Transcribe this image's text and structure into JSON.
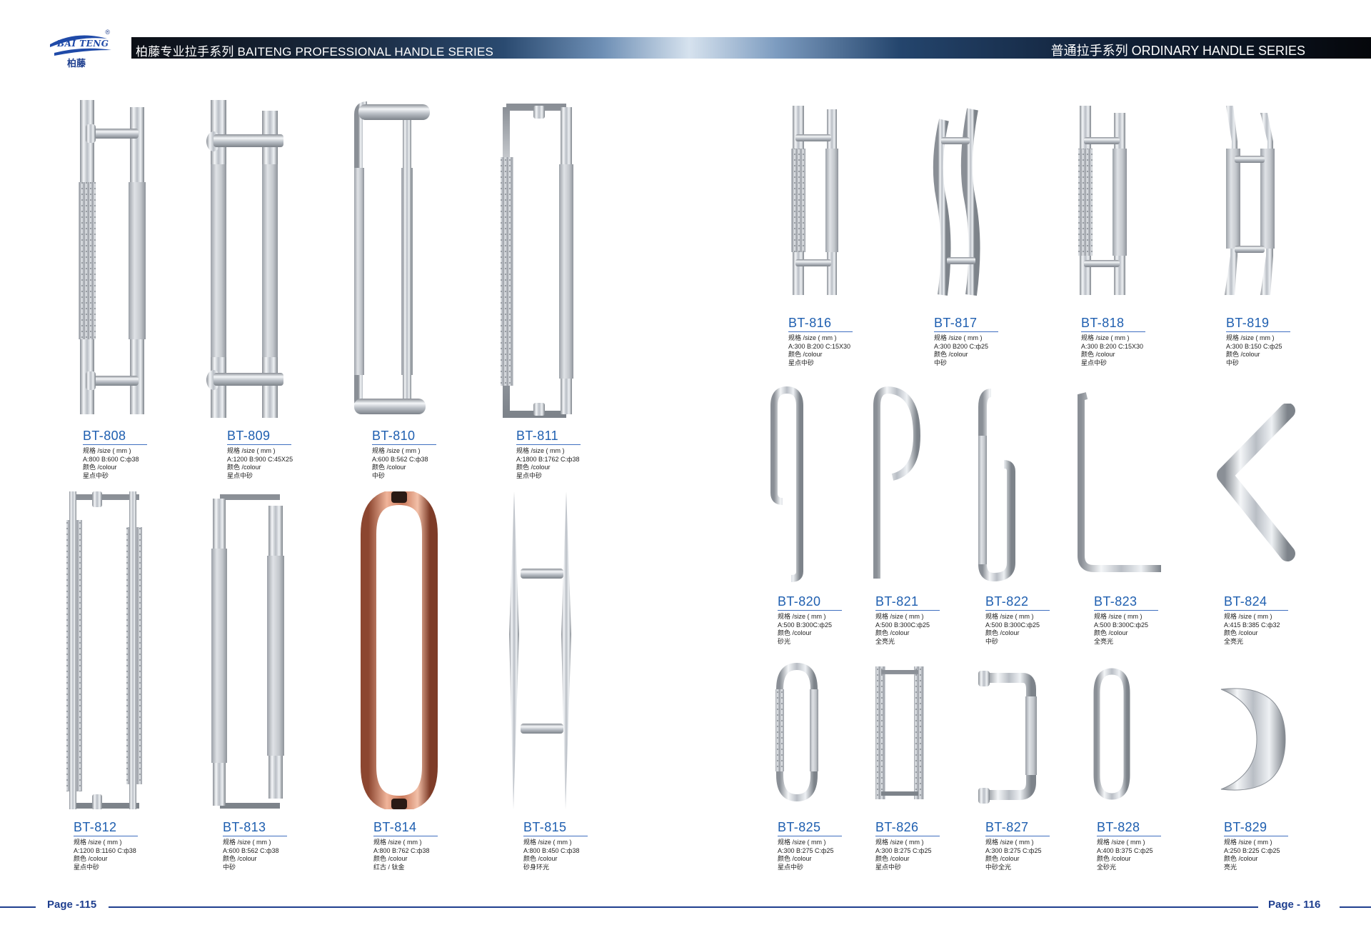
{
  "header": {
    "logo_word": "BAI TENG",
    "logo_cn": "柏藤",
    "logo_reg": "®",
    "left_title": "柏藤专业拉手系列 BAITENG PROFESSIONAL HANDLE SERIES",
    "right_title": "普通拉手系列 ORDINARY HANDLE SERIES"
  },
  "footer": {
    "left_page": "Page -115",
    "right_page": "Page - 116"
  },
  "colors": {
    "accent": "#1f5fb0",
    "banner_dark": "#0b0f16",
    "rose_gold": "#c87a5a"
  },
  "products": [
    {
      "code": "BT-808",
      "size_label": "规格 /size ( mm )",
      "size": "A:800  B:600  C:ф38",
      "colour_label": "颜色 /colour",
      "finish": "星点中砂"
    },
    {
      "code": "BT-809",
      "size_label": "规格 /size ( mm )",
      "size": "A:1200 B:900 C:45X25",
      "colour_label": "颜色 /colour",
      "finish": "星点中砂"
    },
    {
      "code": "BT-810",
      "size_label": "规格 /size ( mm )",
      "size": "A:600 B:562 C:ф38",
      "colour_label": "颜色 /colour",
      "finish": "中砂"
    },
    {
      "code": "BT-811",
      "size_label": "规格 /size ( mm )",
      "size": "A:1800 B:1762 C:ф38",
      "colour_label": "颜色 /colour",
      "finish": "星点中砂"
    },
    {
      "code": "BT-812",
      "size_label": "规格 /size ( mm )",
      "size": "A:1200 B:1160 C:ф38",
      "colour_label": "颜色 /colour",
      "finish": "星点中砂"
    },
    {
      "code": "BT-813",
      "size_label": "规格 /size ( mm )",
      "size": "A:600 B:562 C:ф38",
      "colour_label": "颜色 /colour",
      "finish": "中砂"
    },
    {
      "code": "BT-814",
      "size_label": "规格 /size ( mm )",
      "size": "A:800 B:762 C:ф38",
      "colour_label": "颜色 /colour",
      "finish": "红古 / 钛金"
    },
    {
      "code": "BT-815",
      "size_label": "规格 /size ( mm )",
      "size": "A:800 B:450 C:ф38",
      "colour_label": "颜色 /colour",
      "finish": "砂身环光"
    },
    {
      "code": "BT-816",
      "size_label": "规格 /size ( mm )",
      "size": "A:300  B:200  C:15X30",
      "colour_label": "颜色 /colour",
      "finish": "星点中砂"
    },
    {
      "code": "BT-817",
      "size_label": "规格 /size ( mm )",
      "size": "A:300  B200  C:ф25",
      "colour_label": "颜色 /colour",
      "finish": "中砂"
    },
    {
      "code": "BT-818",
      "size_label": "规格 /size ( mm )",
      "size": "A:300  B:200 C:15X30",
      "colour_label": "颜色 /colour",
      "finish": "星点中砂"
    },
    {
      "code": "BT-819",
      "size_label": "规格 /size ( mm )",
      "size": "A:300  B:150  C:ф25",
      "colour_label": "颜色 /colour",
      "finish": "中砂"
    },
    {
      "code": "BT-820",
      "size_label": "规格 /size ( mm )",
      "size": "A:500 B:300C:ф25",
      "colour_label": "颜色 /colour",
      "finish": "砂光"
    },
    {
      "code": "BT-821",
      "size_label": "规格 /size ( mm )",
      "size": "A:500 B:300C:ф25",
      "colour_label": "颜色 /colour",
      "finish": "全亮光"
    },
    {
      "code": "BT-822",
      "size_label": "规格 /size ( mm )",
      "size": "A:500 B:300C:ф25",
      "colour_label": "颜色 /colour",
      "finish": "中砂"
    },
    {
      "code": "BT-823",
      "size_label": "规格 /size ( mm )",
      "size": "A:500 B:300C:ф25",
      "colour_label": "颜色 /colour",
      "finish": "全亮光"
    },
    {
      "code": "BT-824",
      "size_label": "规格 /size ( mm )",
      "size": "A:415  B:385  C:ф32",
      "colour_label": "颜色 /colour",
      "finish": "全亮光"
    },
    {
      "code": "BT-825",
      "size_label": "规格 /size ( mm )",
      "size": "A:300  B:275  C:ф25",
      "colour_label": "颜色 /colour",
      "finish": "星点中砂"
    },
    {
      "code": "BT-826",
      "size_label": "规格 /size ( mm )",
      "size": "A:300  B:275  C:ф25",
      "colour_label": "颜色 /colour",
      "finish": "星点中砂"
    },
    {
      "code": "BT-827",
      "size_label": "规格 /size ( mm )",
      "size": "A:300  B:275  C:ф25",
      "colour_label": "颜色 /colour",
      "finish": "中砂全光"
    },
    {
      "code": "BT-828",
      "size_label": "规格 /size ( mm )",
      "size": "A:400  B:375  C:ф25",
      "colour_label": "颜色 /colour",
      "finish": "全砂光"
    },
    {
      "code": "BT-829",
      "size_label": "规格 /size ( mm )",
      "size": "A:250  B:225  C:ф25",
      "colour_label": "颜色 /colour",
      "finish": "亮光"
    }
  ]
}
